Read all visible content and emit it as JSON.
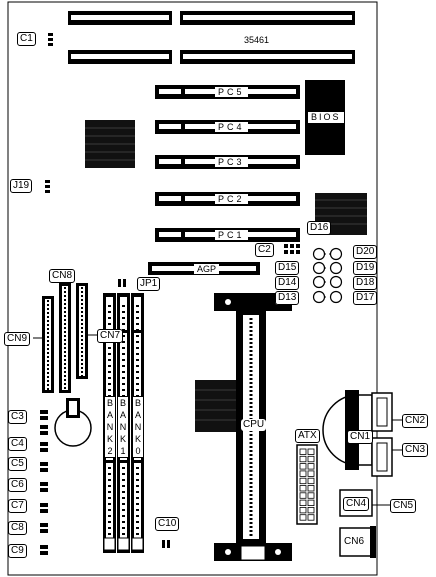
{
  "board_number": "35461",
  "chip_labels": {
    "bios": "BIOS",
    "cpu": "CPU",
    "atx": "ATX"
  },
  "pci_slots": [
    "PC5",
    "PC4",
    "PC3",
    "PC2",
    "PC1"
  ],
  "agp_label": "AGP",
  "banks": [
    "BANK2",
    "BANK1",
    "BANK0"
  ],
  "leds": [
    "D16",
    "D20",
    "D15",
    "D19",
    "D14",
    "D18",
    "D13",
    "D17"
  ],
  "jumpers": {
    "c1": "C1",
    "j19": "J19",
    "c2": "C2",
    "jp1": "JP1",
    "c10": "C10"
  },
  "connectors": {
    "cn8": "CN8",
    "cn9": "CN9",
    "cn7": "CN7",
    "cn1": "CN1",
    "cn2": "CN2",
    "cn3": "CN3",
    "cn4": "CN4",
    "cn5": "CN5",
    "cn6": "CN6"
  },
  "left_jumpers": [
    "C3",
    "C4",
    "C5",
    "C6",
    "C7",
    "C8",
    "C9"
  ]
}
